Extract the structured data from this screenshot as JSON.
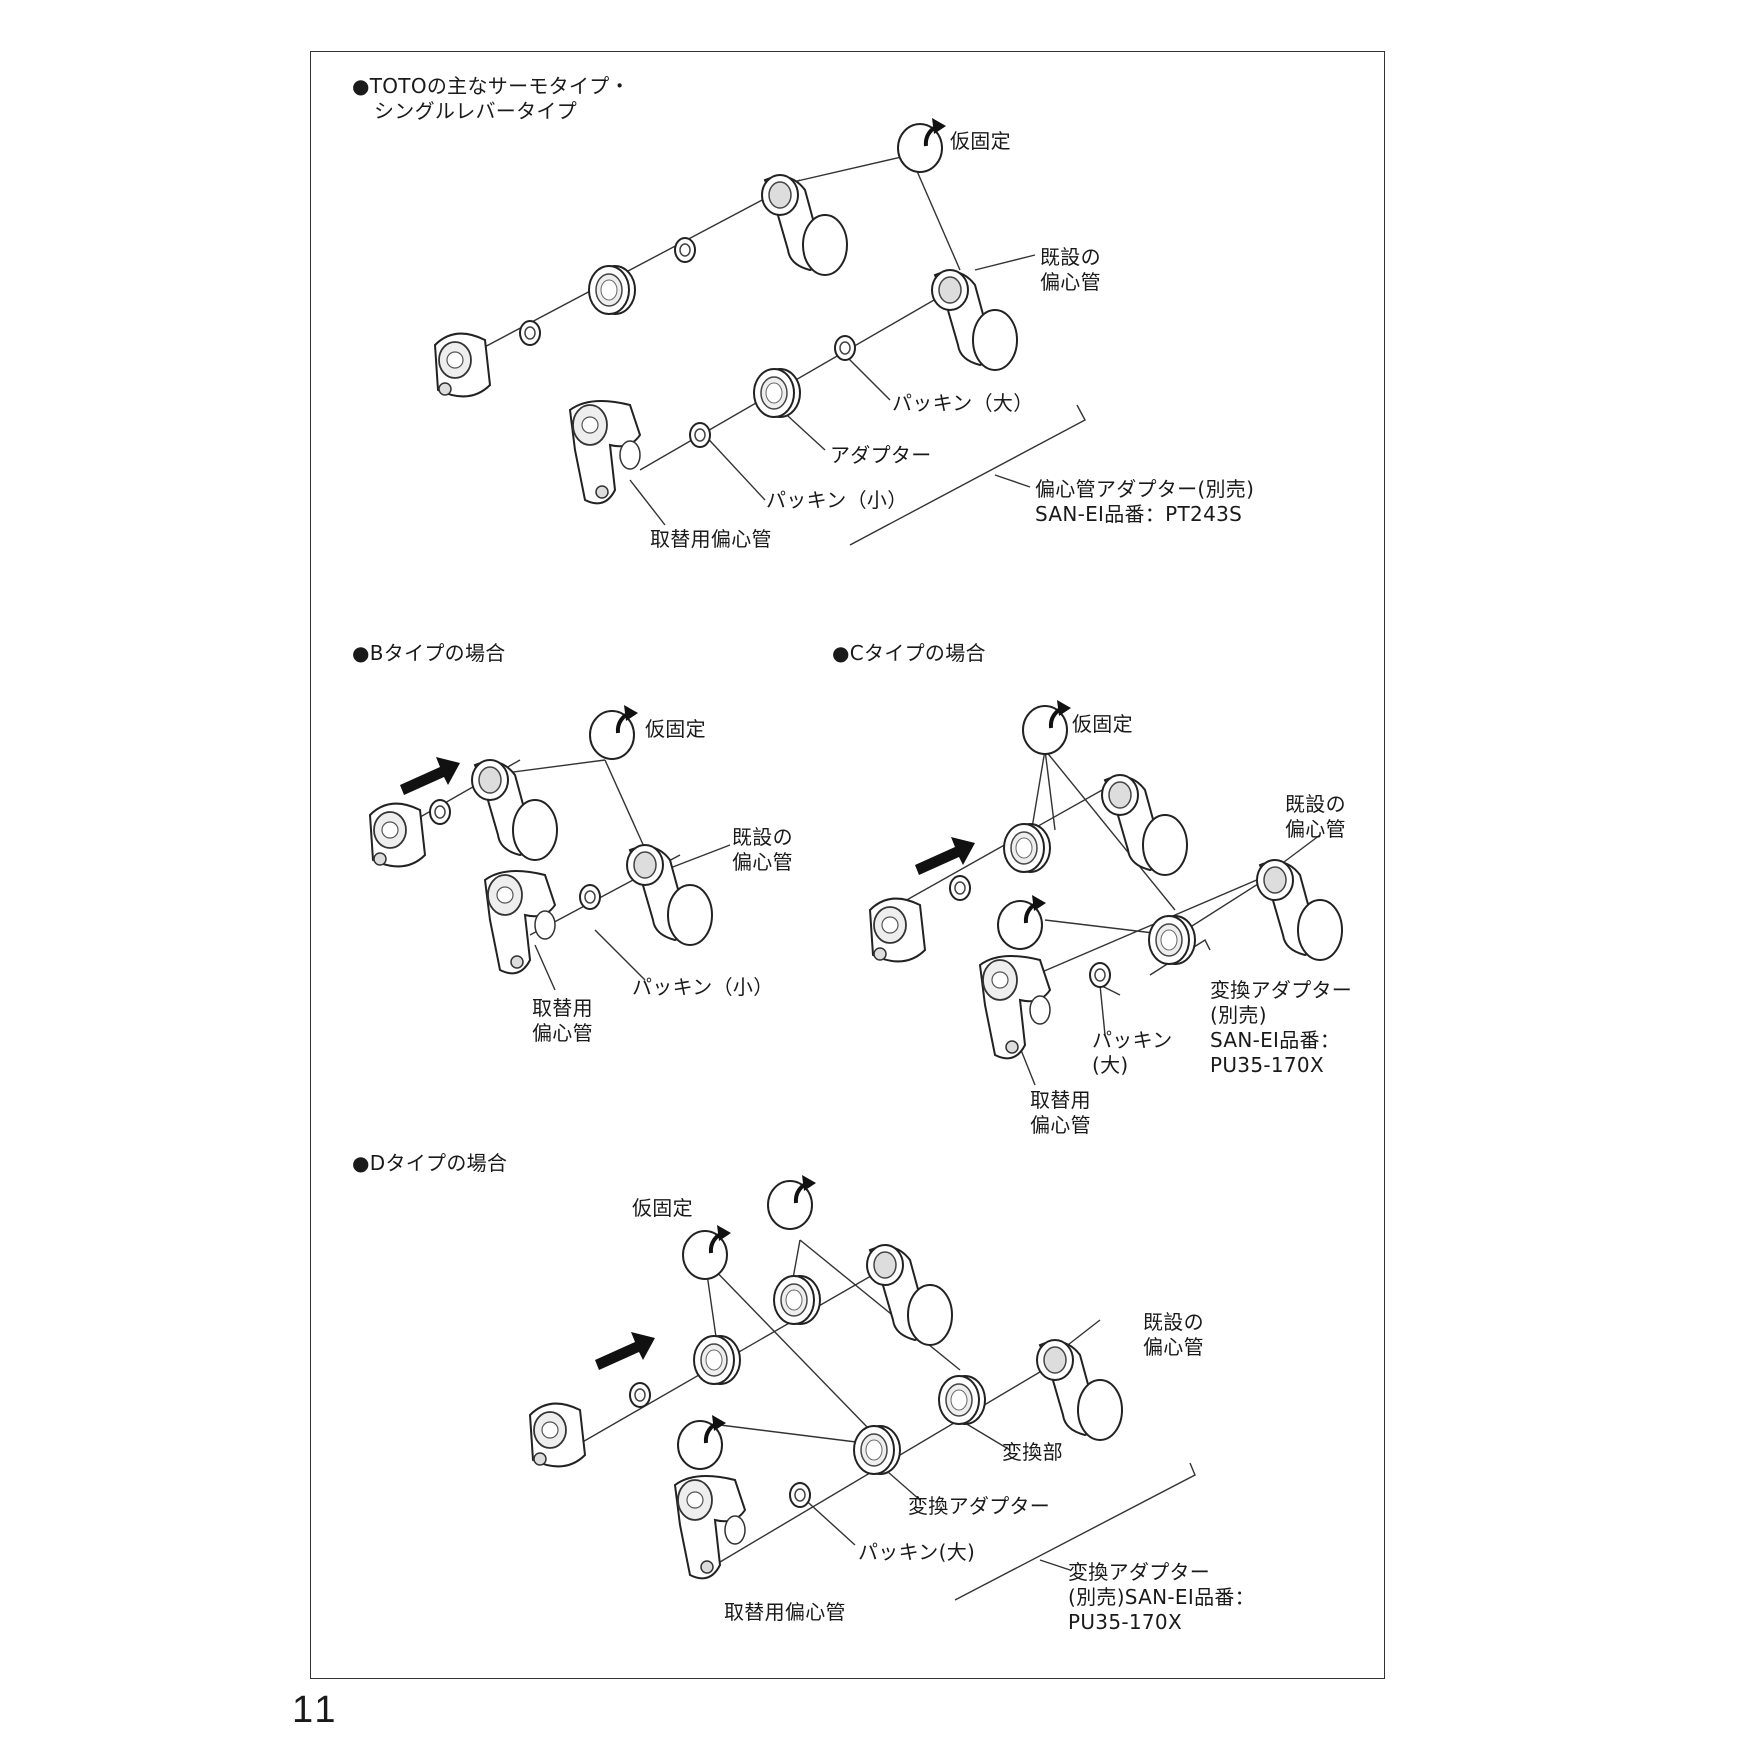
{
  "sections": {
    "main": {
      "heading_line1": "●TOTOの主なサーモタイプ・",
      "heading_line2": "シングルレバータイプ",
      "labels": {
        "temp_fix": "仮固定",
        "existing_line1": "既設の",
        "existing_line2": "偏心管",
        "packing_large": "パッキン（大）",
        "adapter": "アダプター",
        "packing_small": "パッキン（小）",
        "replacement": "取替用偏心管",
        "product_line1": "偏心管アダプター(別売)",
        "product_line2": "SAN-EI品番：PT243S"
      }
    },
    "type_b": {
      "heading": "●Bタイプの場合",
      "labels": {
        "temp_fix": "仮固定",
        "existing_line1": "既設の",
        "existing_line2": "偏心管",
        "packing_small": "パッキン（小）",
        "replacement_line1": "取替用",
        "replacement_line2": "偏心管"
      }
    },
    "type_c": {
      "heading": "●Cタイプの場合",
      "labels": {
        "temp_fix": "仮固定",
        "existing_line1": "既設の",
        "existing_line2": "偏心管",
        "conv_line1": "変換アダプター",
        "conv_line2": "(別売)",
        "conv_line3": "SAN-EI品番：",
        "conv_line4": "PU35-170X",
        "packing_line1": "パッキン",
        "packing_line2": "(大)",
        "replacement_line1": "取替用",
        "replacement_line2": "偏心管"
      }
    },
    "type_d": {
      "heading": "●Dタイプの場合",
      "labels": {
        "temp_fix": "仮固定",
        "existing_line1": "既設の",
        "existing_line2": "偏心管",
        "conversion_part": "変換部",
        "conv_adapter": "変換アダプター",
        "packing_large": "パッキン(大)",
        "replacement": "取替用偏心管",
        "product_line1": "変換アダプター",
        "product_line2": "(別売)SAN-EI品番：",
        "product_line3": "PU35-170X"
      }
    }
  },
  "page_number": "11"
}
